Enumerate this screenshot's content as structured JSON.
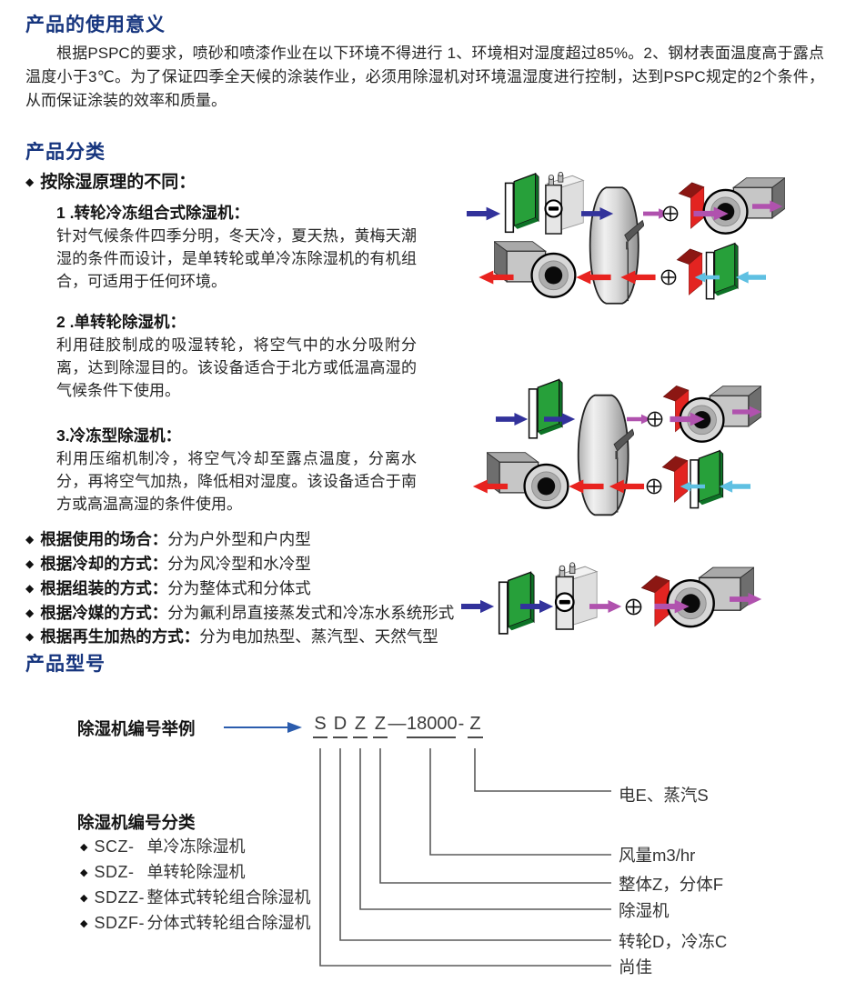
{
  "icons": {
    "diamond": "◆"
  },
  "colors": {
    "heading_blue": "#16357e",
    "arrow_navy": "#32329b",
    "arrow_red": "#e8231f",
    "arrow_magenta": "#b052ae",
    "arrow_cyan": "#5fc0e2",
    "filter_green": "#27a03a",
    "heater_red": "#e32421",
    "line_arrow_blue": "#2b5cad"
  },
  "section_usage": {
    "title": "产品的使用意义",
    "paragraph": "根据PSPC的要求，喷砂和喷漆作业在以下环境不得进行 1、环境相对湿度超过85%。2、钢材表面温度高于露点温度小于3℃。为了保证四季全天候的涂装作业，必须用除湿机对环境温湿度进行控制，达到PSPC规定的2个条件，从而保证涂装的效率和质量。"
  },
  "section_classify": {
    "title": "产品分类",
    "principle_heading": "按除湿原理的不同：",
    "types": [
      {
        "title": "1 .转轮冷冻组合式除湿机：",
        "desc": "针对气候条件四季分明，冬天冷，夏天热，黄梅天潮湿的条件而设计，是单转轮或单冷冻除湿机的有机组合，可适用于任何环境。"
      },
      {
        "title": "2 .单转轮除湿机：",
        "desc": "利用硅胶制成的吸湿转轮，将空气中的水分吸附分离，达到除湿目的。该设备适合于北方或低温高湿的气候条件下使用。"
      },
      {
        "title": "3.冷冻型除湿机：",
        "desc": "利用压缩机制冷，将空气冷却至露点温度，分离水分，再将空气加热，降低相对湿度。该设备适合于南方或高温高湿的条件使用。"
      }
    ],
    "bullets": [
      {
        "label": "根据使用的场合：",
        "text": "分为户外型和户内型"
      },
      {
        "label": "根据冷却的方式：",
        "text": "分为风冷型和水冷型"
      },
      {
        "label": "根据组装的方式：",
        "text": "分为整体式和分体式"
      },
      {
        "label": "根据冷媒的方式：",
        "text": "分为氟利昂直接蒸发式和冷冻水系统形式"
      },
      {
        "label": "根据再生加热的方式：",
        "text": "分为电加热型、蒸汽型、天然气型"
      }
    ]
  },
  "section_model": {
    "title": "产品型号",
    "example_label": "除湿机编号举例",
    "model_parts": [
      {
        "char": "S"
      },
      {
        "char": "D"
      },
      {
        "char": "Z"
      },
      {
        "char": "Z"
      },
      {
        "char": "—"
      },
      {
        "char": "18000"
      },
      {
        "char": "-"
      },
      {
        "char": "Z"
      }
    ],
    "legend_title": "除湿机编号分类",
    "legend_items": [
      {
        "code": "SCZ-",
        "name": "单冷冻除湿机"
      },
      {
        "code": "SDZ-",
        "name": "单转轮除湿机"
      },
      {
        "code": "SDZZ-",
        "name": "整体式转轮组合除湿机"
      },
      {
        "code": "SDZF-",
        "name": "分体式转轮组合除湿机"
      }
    ],
    "callouts": [
      "电E、蒸汽S",
      "风量m3/hr",
      "整体Z，分体F",
      "除湿机",
      "转轮D，冷冻C",
      "尚佳"
    ]
  }
}
